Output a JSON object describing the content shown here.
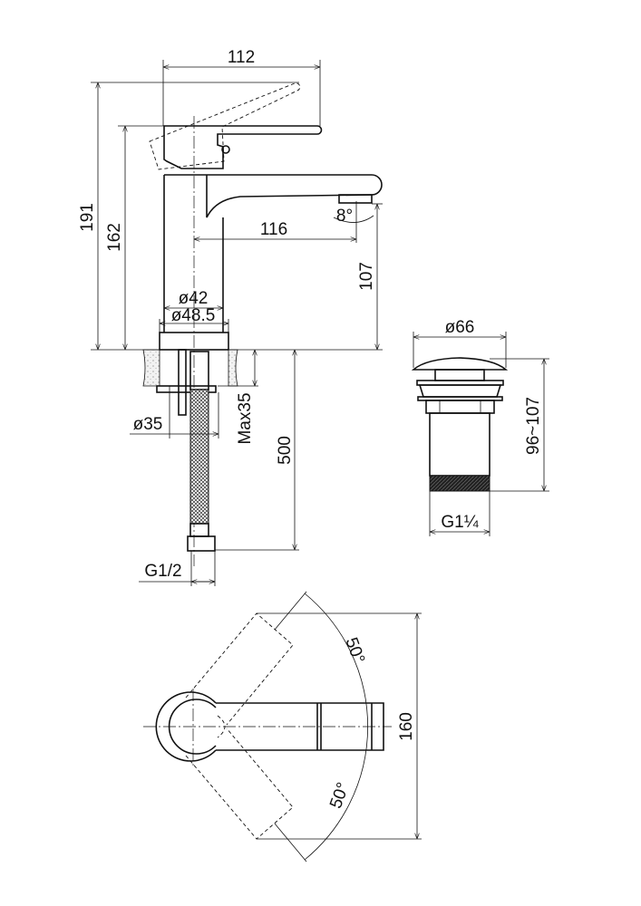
{
  "title": "Basin mixer technical drawing",
  "side_view": {
    "width_total": "112",
    "height_total": "191",
    "height_handle": "162",
    "spout_reach": "116",
    "spout_height": "107",
    "spout_angle": "8°",
    "body_diameter": "ø42",
    "base_diameter": "ø48.5",
    "hole_diameter": "ø35",
    "max_counter_thickness": "Max35",
    "hose_length": "500",
    "hose_thread": "G1/2"
  },
  "drain_view": {
    "cap_diameter": "ø66",
    "height_range": "96~107",
    "thread": "G1¼"
  },
  "top_view": {
    "rotation_up": "50°",
    "rotation_down": "50°",
    "span": "160"
  }
}
